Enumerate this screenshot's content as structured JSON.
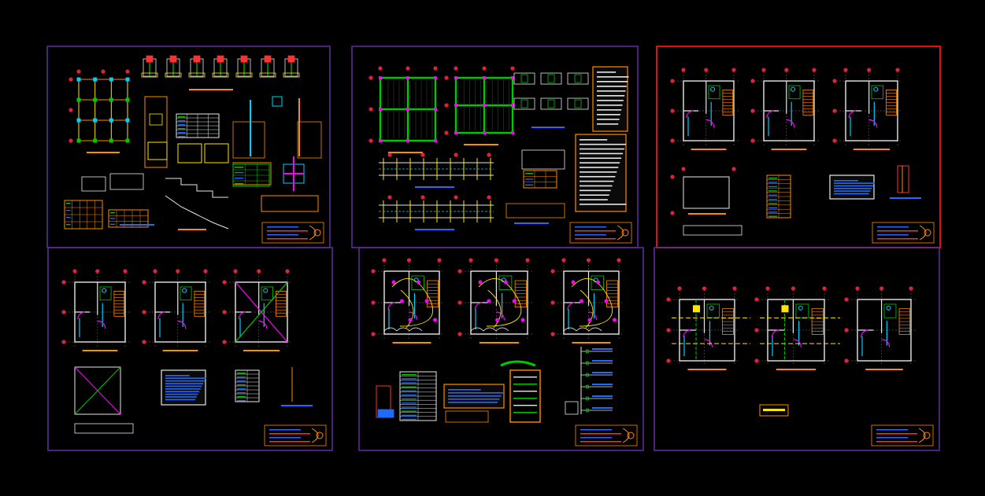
{
  "canvas": {
    "background": "#000000"
  },
  "colors": {
    "frame_purple": "#5b2a9a",
    "frame_active": "#e01010",
    "axis_marker": "#e2203a",
    "wall_white": "#e8e8e8",
    "wall_cyan": "#00d0ff",
    "accent_magenta": "#ff00ff",
    "accent_yellow": "#ffe600",
    "accent_green": "#00c800",
    "accent_orange": "#ff8c00",
    "accent_blue": "#1e6bff",
    "title_red": "#ff3030"
  },
  "sheets": [
    {
      "id": "structure-foundations",
      "active": false,
      "kind": "structure"
    },
    {
      "id": "structure-framing",
      "active": false,
      "kind": "framing"
    },
    {
      "id": "architecture-plans",
      "active": true,
      "kind": "plans"
    },
    {
      "id": "architecture-plans-finishes",
      "active": false,
      "kind": "plans-x"
    },
    {
      "id": "electrical-installations",
      "active": false,
      "kind": "electrical"
    },
    {
      "id": "sanitary-installations",
      "active": false,
      "kind": "sanitary"
    }
  ]
}
